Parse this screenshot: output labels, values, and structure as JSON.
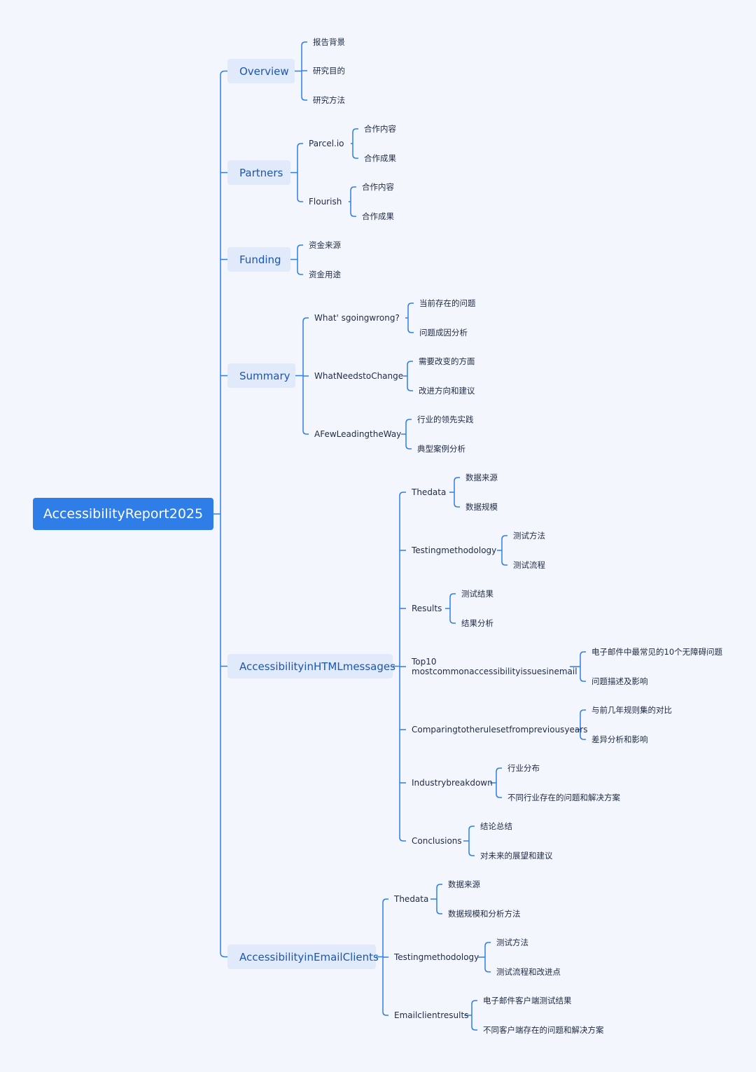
{
  "root": "AccessibilityReport2025",
  "sections": [
    {
      "label": "Overview",
      "children": [
        {
          "label": "报告背景"
        },
        {
          "label": "研究目的"
        },
        {
          "label": "研究方法"
        }
      ]
    },
    {
      "label": "Partners",
      "children": [
        {
          "label": "Parcel.io",
          "children": [
            {
              "label": "合作内容"
            },
            {
              "label": "合作成果"
            }
          ]
        },
        {
          "label": "Flourish",
          "children": [
            {
              "label": "合作内容"
            },
            {
              "label": "合作成果"
            }
          ]
        }
      ]
    },
    {
      "label": "Funding",
      "children": [
        {
          "label": "资金来源"
        },
        {
          "label": "资金用途"
        }
      ]
    },
    {
      "label": "Summary",
      "children": [
        {
          "label": "What'   sgoingwrong?",
          "children": [
            {
              "label": "当前存在的问题"
            },
            {
              "label": "问题成因分析"
            }
          ]
        },
        {
          "label": "WhatNeedstoChange",
          "children": [
            {
              "label": "需要改变的方面"
            },
            {
              "label": "改进方向和建议"
            }
          ]
        },
        {
          "label": "AFewLeadingtheWay",
          "children": [
            {
              "label": "行业的领先实践"
            },
            {
              "label": "典型案例分析"
            }
          ]
        }
      ]
    },
    {
      "label": "AccessibilityinHTMLmessages",
      "children": [
        {
          "label": "Thedata",
          "children": [
            {
              "label": "数据来源"
            },
            {
              "label": "数据规模"
            }
          ]
        },
        {
          "label": "Testingmethodology",
          "children": [
            {
              "label": "测试方法"
            },
            {
              "label": "测试流程"
            }
          ]
        },
        {
          "label": "Results",
          "children": [
            {
              "label": "测试结果"
            },
            {
              "label": "结果分析"
            }
          ]
        },
        {
          "label": "Top10",
          "label2": "mostcommonaccessibilityissuesinemail",
          "children": [
            {
              "label": "电子邮件中最常见的10个无障碍问题"
            },
            {
              "label": "问题描述及影响"
            }
          ]
        },
        {
          "label": "Comparingtotherulesetfrompreviousyears",
          "children": [
            {
              "label": "与前几年规则集的对比"
            },
            {
              "label": "差异分析和影响"
            }
          ]
        },
        {
          "label": "Industrybreakdown",
          "children": [
            {
              "label": "行业分布"
            },
            {
              "label": "不同行业存在的问题和解决方案"
            }
          ]
        },
        {
          "label": "Conclusions",
          "children": [
            {
              "label": "结论总结"
            },
            {
              "label": "对未来的展望和建议"
            }
          ]
        }
      ]
    },
    {
      "label": "AccessibilityinEmailClients",
      "children": [
        {
          "label": "Thedata",
          "children": [
            {
              "label": "数据来源"
            },
            {
              "label": "数据规模和分析方法"
            }
          ]
        },
        {
          "label": "Testingmethodology",
          "children": [
            {
              "label": "测试方法"
            },
            {
              "label": "测试流程和改进点"
            }
          ]
        },
        {
          "label": "Emailclientresults",
          "children": [
            {
              "label": "电子邮件客户端测试结果"
            },
            {
              "label": "不同客户端存在的问题和解决方案"
            }
          ]
        }
      ]
    }
  ],
  "colors": {
    "line": "#2f7ee8",
    "root_bg": "#2f7ee8",
    "section_bg": "#e1eafa",
    "section_text": "#1b56b3",
    "text": "#1f2a44",
    "background": "#f3f6fc"
  }
}
